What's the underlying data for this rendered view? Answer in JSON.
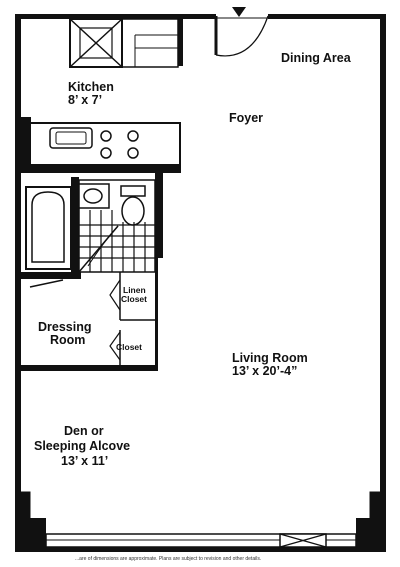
{
  "rooms": {
    "kitchen": {
      "name": "Kitchen",
      "dims": "8’ x 7’"
    },
    "foyer": {
      "name": "Foyer"
    },
    "dining": {
      "name": "Dining Area"
    },
    "dressing": {
      "line1": "Dressing",
      "line2": "Room"
    },
    "linen": {
      "line1": "Linen",
      "line2": "Closet"
    },
    "closet": {
      "name": "Closet"
    },
    "living": {
      "name": "Living Room",
      "dims": "13’ x 20’-4”"
    },
    "den": {
      "line1": "Den or",
      "line2": "Sleeping Alcove",
      "dims": "13’ x 11’"
    }
  },
  "footer": {
    "disclaimer": "...are of dimensions are approximate. Plans are subject to revision and other details."
  }
}
